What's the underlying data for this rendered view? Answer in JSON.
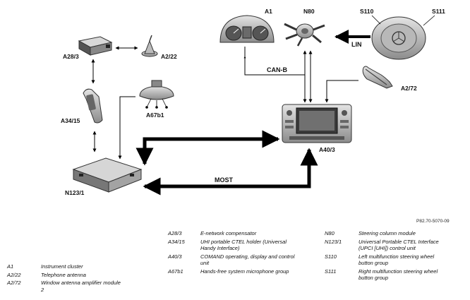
{
  "diagram": {
    "components": {
      "A1": "A1",
      "N80": "N80",
      "S110": "S110",
      "S111": "S111",
      "A28_3": "A28/3",
      "A2_22": "A2/22",
      "A34_15": "A34/15",
      "A67b1": "A67b1",
      "A2_72": "A2/72",
      "A40_3": "A40/3",
      "N123_1": "N123/1"
    },
    "buses": {
      "lin": "LIN",
      "can_b": "CAN-B",
      "most": "MOST"
    },
    "reference": "P82.70-5070-09"
  },
  "legend": {
    "col1": [
      {
        "code": "A1",
        "desc": "Instrument cluster"
      },
      {
        "code": "A2/22",
        "desc": "Telephone antenna"
      },
      {
        "code": "A2/72",
        "desc": "Window antenna amplifier module 2"
      }
    ],
    "col2": [
      {
        "code": "A28/3",
        "desc": "E-network compensator"
      },
      {
        "code": "A34/15",
        "desc": "UHI portable CTEL holder (Universal Handy Interface)"
      },
      {
        "code": "A40/3",
        "desc": "COMAND operating, display and control unit"
      },
      {
        "code": "A67b1",
        "desc": "Hands-free system microphone group"
      }
    ],
    "col3": [
      {
        "code": "N80",
        "desc": "Steering column module"
      },
      {
        "code": "N123/1",
        "desc": "Universal Portable CTEL Interface (UPCI [UHI]) control unit"
      },
      {
        "code": "S110",
        "desc": "Left multifunction steering wheel button group"
      },
      {
        "code": "S111",
        "desc": "Right multifunction steering wheel button group"
      }
    ]
  }
}
